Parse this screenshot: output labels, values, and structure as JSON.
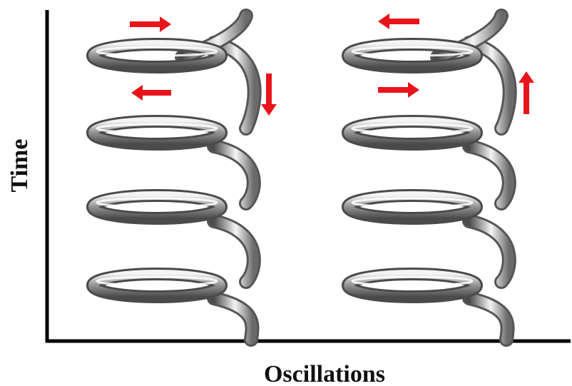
{
  "axes": {
    "y_label": "Time",
    "x_label": "Oscillations",
    "line_color": "#000000"
  },
  "springs": [
    {
      "name": "left-spring",
      "coil_count": 4,
      "arrows": [
        "right",
        "left",
        "down"
      ]
    },
    {
      "name": "right-spring",
      "coil_count": 4,
      "arrows": [
        "left",
        "right",
        "up"
      ]
    }
  ],
  "colors": {
    "arrow": "#e8141b",
    "spring_dark": "#4a4a4a",
    "spring_mid": "#9a9a9a",
    "spring_light": "#f4f4f4"
  }
}
